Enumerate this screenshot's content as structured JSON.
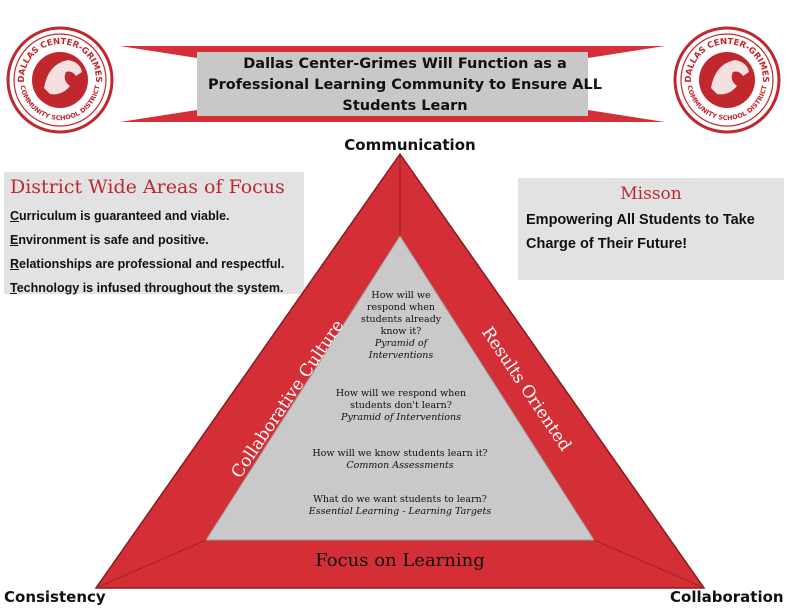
{
  "banner": {
    "lines": [
      "Dallas Center-Grimes Will Function as a",
      "Professional Learning Community to Ensure ALL",
      "Students Learn"
    ]
  },
  "logo": {
    "top_text": "DALLAS CENTER-GRIMES",
    "bottom_text": "COMMUNITY SCHOOL DISTRICT"
  },
  "corners": {
    "top": "Communication",
    "bottom_left": "Consistency",
    "bottom_right": "Collaboration"
  },
  "focus": {
    "title": "District Wide Areas of Focus",
    "items": [
      {
        "first": "C",
        "rest": "urriculum is guaranteed and viable."
      },
      {
        "first": "E",
        "rest": "nvironment is safe and positive."
      },
      {
        "first": "R",
        "rest": "elationships are professional and respectful."
      },
      {
        "first": "T",
        "rest": "echnology is infused throughout the system."
      }
    ]
  },
  "mission": {
    "title": "Misson",
    "text": "Empowering All Students to Take Charge of Their Future!"
  },
  "triangle": {
    "left_side": "Collaborative Culture",
    "right_side": "Results Oriented",
    "bottom_side": "Focus on Learning",
    "questions": [
      {
        "text": "How will we respond when students already know it?",
        "sub": "Pyramid of Interventions"
      },
      {
        "text": "How will we respond when students don't learn?",
        "sub": "Pyramid of Interventions"
      },
      {
        "text": "How will we know students learn it?",
        "sub": "Common Assessments"
      },
      {
        "text": "What do we want students to learn?",
        "sub": "Essential Learning - Learning Targets"
      }
    ]
  },
  "colors": {
    "red": "#d42f36",
    "dark_red": "#b3252b",
    "gray": "#c8c8c8",
    "light_gray": "#e2e2e2"
  }
}
